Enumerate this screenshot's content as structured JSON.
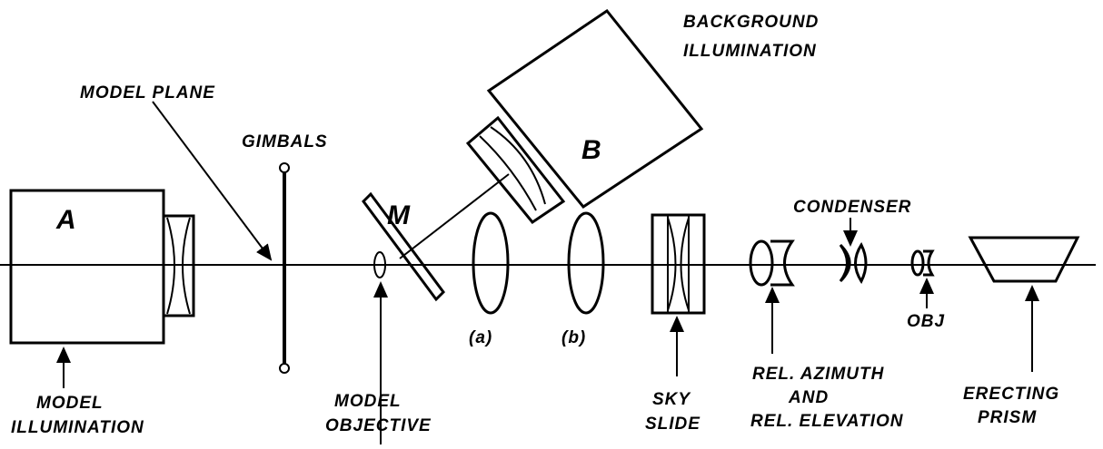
{
  "labels": {
    "background_illumination": [
      "BACKGROUND",
      "ILLUMINATION"
    ],
    "model_plane": "MODEL PLANE",
    "gimbals": "GIMBALS",
    "box_a": "A",
    "box_b": "B",
    "mirror": "M",
    "lens_a": "(a)",
    "lens_b": "(b)",
    "condenser": "CONDENSER",
    "obj": "OBJ",
    "model_illumination": [
      "MODEL",
      "ILLUMINATION"
    ],
    "model_objective": [
      "MODEL",
      "OBJECTIVE"
    ],
    "sky_slide": [
      "SKY",
      "SLIDE"
    ],
    "rel_azimuth": [
      "REL. AZIMUTH",
      "AND",
      "REL. ELEVATION"
    ],
    "erecting_prism": [
      "ERECTING",
      "PRISM"
    ]
  }
}
